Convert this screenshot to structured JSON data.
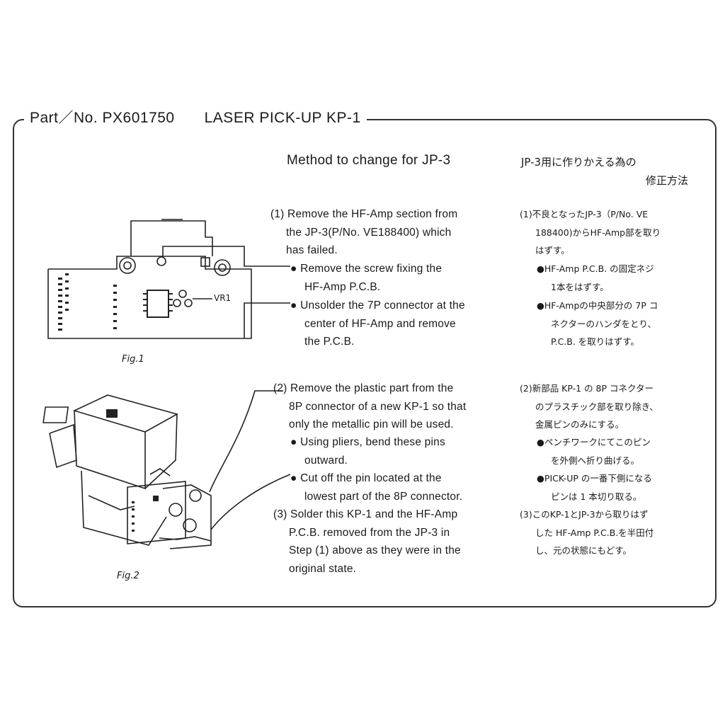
{
  "header": {
    "part_no": "Part／No. PX601750",
    "product": "LASER PICK-UP KP-1"
  },
  "title_en": "Method to change for JP-3",
  "title_jp": [
    "JP-3用に作りかえる為の",
    "修正方法"
  ],
  "figures": {
    "fig1_caption": "Fig.1",
    "fig2_caption": "Fig.2",
    "vr_label": "VR1"
  },
  "en": {
    "step1": [
      "(1) Remove the HF-Amp section from",
      "the JP-3(P/No. VE188400) which",
      "has failed."
    ],
    "step1_b1": [
      "● Remove the screw fixing the",
      "HF-Amp P.C.B."
    ],
    "step1_b2": [
      "● Unsolder the 7P connector at the",
      "center of HF-Amp and remove",
      "the P.C.B."
    ],
    "step2": [
      "(2) Remove the plastic part from the",
      "8P connector of a new KP-1 so that",
      "only the metallic pin will be used."
    ],
    "step2_b1": [
      "● Using pliers, bend these pins",
      "outward."
    ],
    "step2_b2": [
      "● Cut off the pin located at the",
      "lowest part of the 8P connector."
    ],
    "step3": [
      "(3) Solder this KP-1 and the HF-Amp",
      "P.C.B. removed from the JP-3 in",
      "Step (1) above as they were in the",
      "original state."
    ]
  },
  "jp": {
    "step1": [
      "(1)不良となったJP-3（P/No. VE",
      "188400)からHF-Amp部を取り",
      "はずす。"
    ],
    "step1_b1": [
      "●HF-Amp P.C.B. の固定ネジ",
      "1本をはずす。"
    ],
    "step1_b2": [
      "●HF-Ampの中央部分の 7P コ",
      "ネクターのハンダをとり、",
      "P.C.B. を取りはずす。"
    ],
    "step2": [
      "(2)新部品 KP-1 の 8P コネクター",
      "のプラスチック部を取り除き、",
      "金属ピンのみにする。"
    ],
    "step2_b1": [
      "●ペンチワークにてこのピン",
      "を外側へ折り曲げる。"
    ],
    "step2_b2": [
      "●PICK-UP の一番下側になる",
      "ピンは 1 本切り取る。"
    ],
    "step3": [
      "(3)このKP-1とJP-3から取りはず",
      "した HF-Amp P.C.B.を半田付",
      "し、元の状態にもどす。"
    ]
  }
}
